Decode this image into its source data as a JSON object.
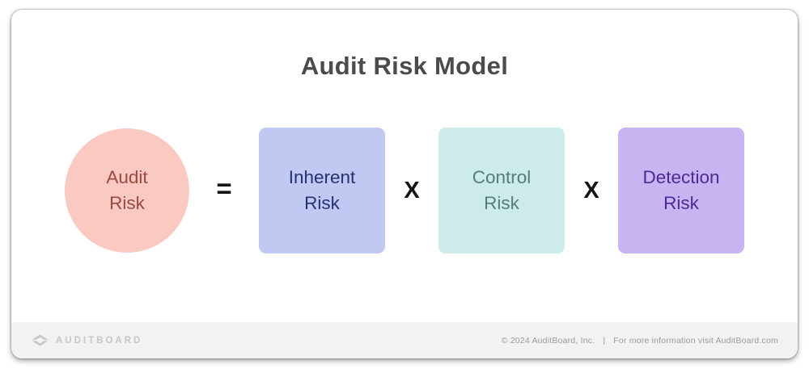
{
  "title": "Audit Risk Model",
  "equation": {
    "result": {
      "label": "Audit Risk",
      "shape": "circle"
    },
    "equals_sign": "=",
    "multiply_sign": "X",
    "factors": [
      {
        "label": "Inherent Risk"
      },
      {
        "label": "Control Risk"
      },
      {
        "label": "Detection Risk"
      }
    ]
  },
  "footer": {
    "brand": "AUDITBOARD",
    "logo_icon": "auditboard-eye-icon",
    "copyright": "© 2024  AuditBoard, Inc.",
    "divider": "|",
    "info": "For more information visit AuditBoard.com"
  },
  "colors": {
    "title_text": "#4b4b4b",
    "operator_text": "#151515",
    "audit_risk_fill": "#f9c9c2",
    "audit_risk_text": "#9c4a41",
    "inherent_risk_fill": "#bfc9f1",
    "inherent_risk_text": "#283173",
    "control_risk_fill": "#cdebe9",
    "control_risk_text": "#547d7e",
    "detection_risk_fill": "#c9b4f2",
    "detection_risk_text": "#4b2a96",
    "footer_background": "#f2f2f1",
    "footer_text": "#9a9a9a",
    "logo_gray": "#c6c6c6"
  }
}
